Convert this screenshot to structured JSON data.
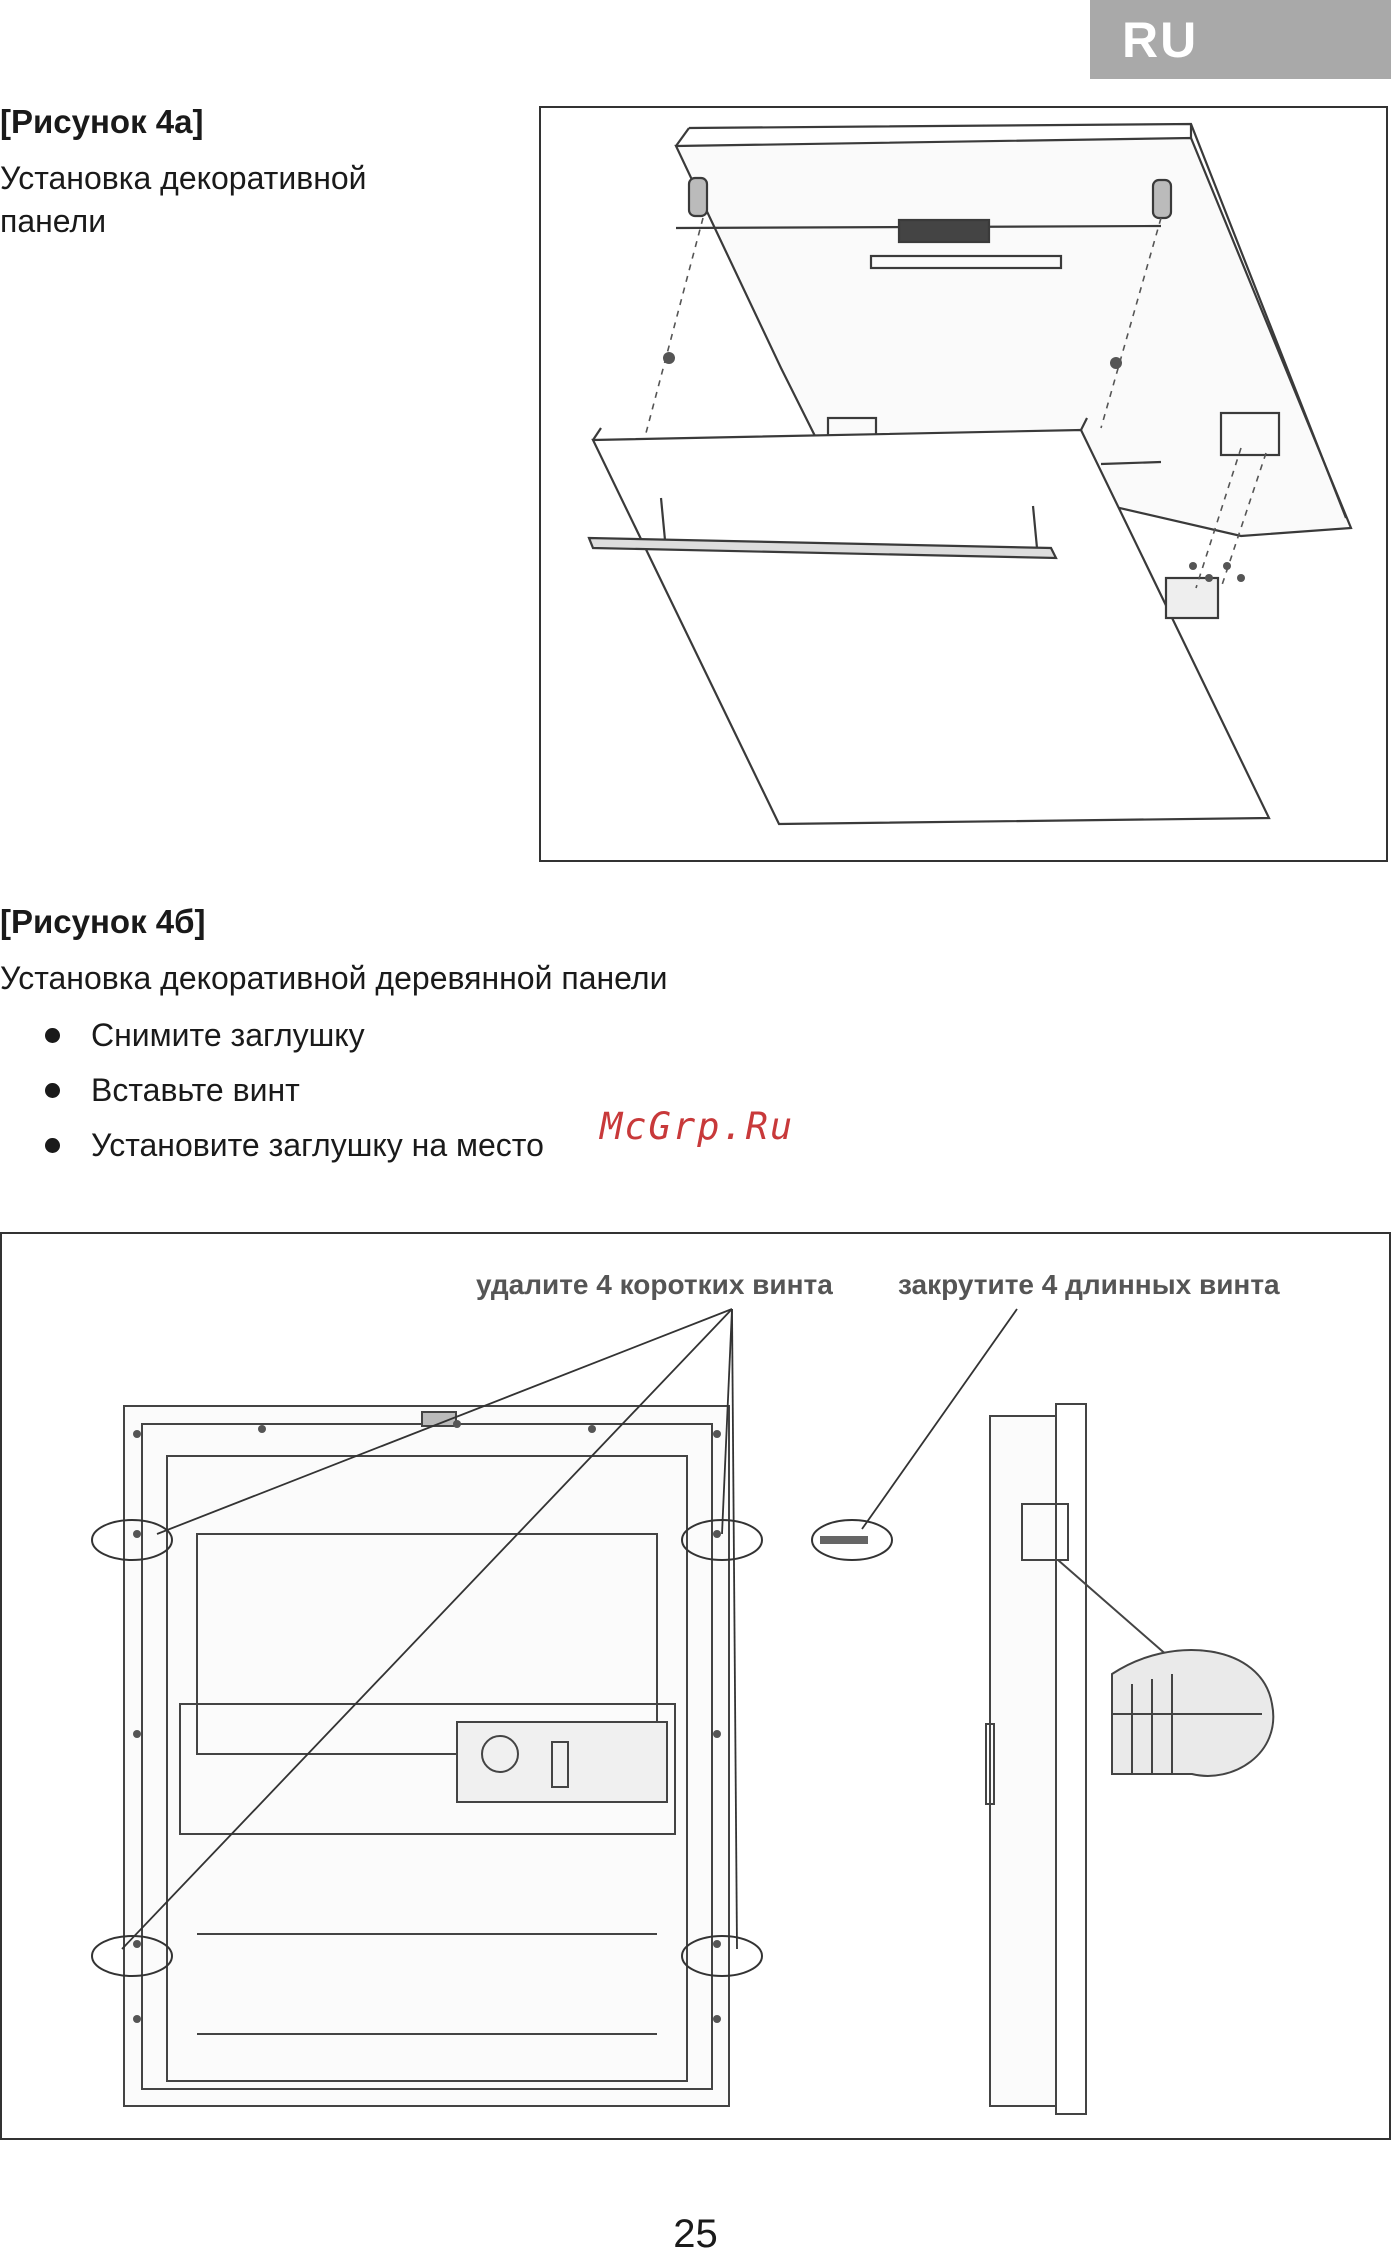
{
  "header": {
    "language_badge": "RU"
  },
  "figure_a": {
    "title": "[Рисунок 4a]",
    "description_line1": "Установка декоративной",
    "description_line2": "панели"
  },
  "figure_b": {
    "title": "[Рисунок 4б]",
    "description": "Установка декоративной деревянной панели",
    "steps": [
      "Снимите заглушку",
      "Вставьте винт",
      "Установите заглушку на место"
    ],
    "callout_remove": "удалите 4 коротких винта",
    "callout_tighten": "закрутите 4 длинных винта"
  },
  "watermark": "McGrp.Ru",
  "footer": {
    "page_number": "25"
  }
}
